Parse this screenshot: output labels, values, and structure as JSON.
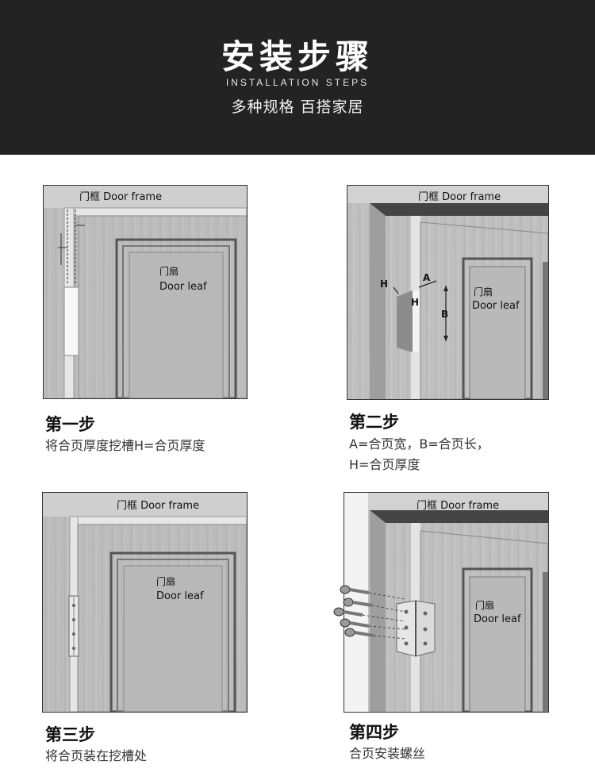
{
  "header": {
    "title": "安装步骤",
    "subtitle_en": "INSTALLATION STEPS",
    "subtitle_cn": "多种规格 百搭家居"
  },
  "labels": {
    "frame_label": "门框 Door frame",
    "leaf_label_cn": "门扇",
    "leaf_label_en": "Door leaf",
    "dim_a": "A",
    "dim_b": "B",
    "dim_h": "H"
  },
  "steps": [
    {
      "title": "第一步",
      "desc_1": "将合页厚度挖槽H=合页厚度",
      "desc_2": ""
    },
    {
      "title": "第二步",
      "desc_1": "A=合页宽，B=合页长，",
      "desc_2": "H=合页厚度"
    },
    {
      "title": "第三步",
      "desc_1": "将合页装在挖槽处",
      "desc_2": ""
    },
    {
      "title": "第四步",
      "desc_1": "合页安装螺丝",
      "desc_2": ""
    }
  ],
  "colors": {
    "header_bg": "#232323",
    "wood": "#bdbdbd",
    "frame": "#d6d6d6",
    "outline": "#333333"
  }
}
